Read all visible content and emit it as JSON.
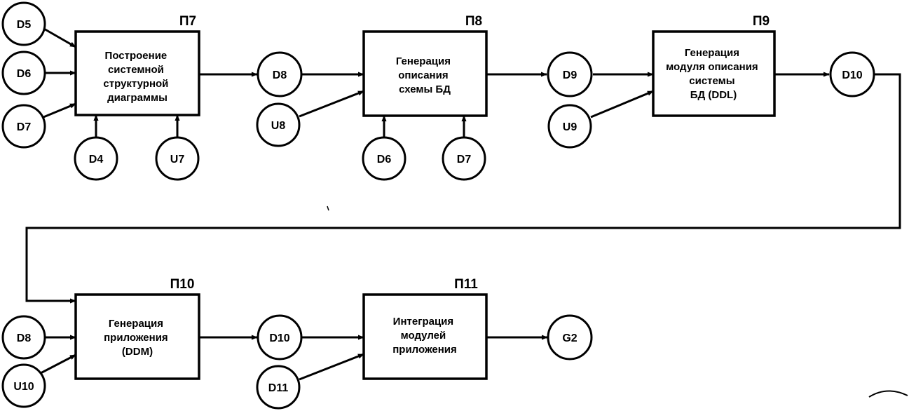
{
  "processes": [
    {
      "id": "p7",
      "label": "П7",
      "lines": [
        "Построение",
        "системной",
        "структурной",
        "диаграммы"
      ]
    },
    {
      "id": "p8",
      "label": "П8",
      "lines": [
        "Генерация",
        "описания",
        "схемы БД"
      ]
    },
    {
      "id": "p9",
      "label": "П9",
      "lines": [
        "Генерация",
        "модуля описания",
        "системы",
        "БД (DDL)"
      ]
    },
    {
      "id": "p10",
      "label": "П10",
      "lines": [
        "Генерация",
        "приложения",
        "(DDM)"
      ]
    },
    {
      "id": "p11",
      "label": "П11",
      "lines": [
        "Интеграция",
        "модулей",
        "приложения"
      ]
    }
  ],
  "nodes": [
    {
      "id": "d5",
      "label": "D5"
    },
    {
      "id": "d6a",
      "label": "D6"
    },
    {
      "id": "d7a",
      "label": "D7"
    },
    {
      "id": "d4",
      "label": "D4"
    },
    {
      "id": "u7",
      "label": "U7"
    },
    {
      "id": "d8a",
      "label": "D8"
    },
    {
      "id": "u8",
      "label": "U8"
    },
    {
      "id": "d6b",
      "label": "D6"
    },
    {
      "id": "d7b",
      "label": "D7"
    },
    {
      "id": "d9",
      "label": "D9"
    },
    {
      "id": "u9",
      "label": "U9"
    },
    {
      "id": "d10a",
      "label": "D10"
    },
    {
      "id": "d8b",
      "label": "D8"
    },
    {
      "id": "u10",
      "label": "U10"
    },
    {
      "id": "d10b",
      "label": "D10"
    },
    {
      "id": "d11",
      "label": "D11"
    },
    {
      "id": "g2",
      "label": "G2"
    }
  ]
}
